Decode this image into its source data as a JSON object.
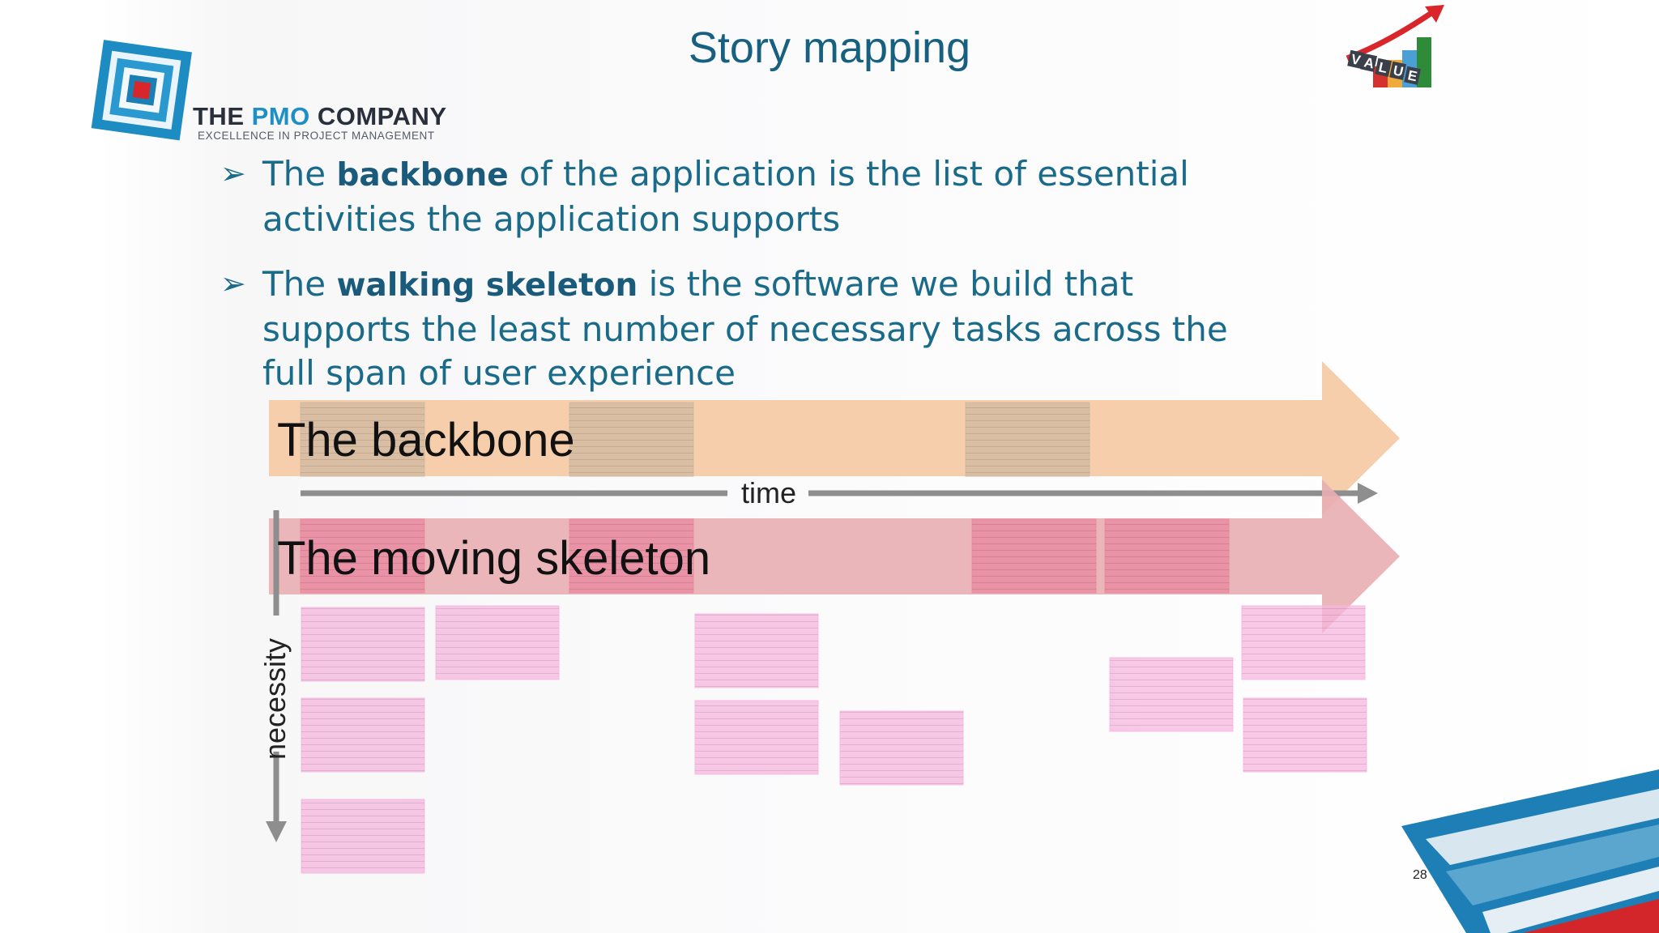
{
  "slide": {
    "title": "Story mapping",
    "page_number": "28"
  },
  "logo": {
    "name_part1": "THE ",
    "name_part2": "PMO",
    "name_part3": " COMPANY",
    "tagline": "EXCELLENCE IN PROJECT MANAGEMENT"
  },
  "value_graphic": {
    "letters": [
      "V",
      "A",
      "L",
      "U",
      "E"
    ]
  },
  "bullets": [
    {
      "prefix": "The ",
      "bold": "backbone",
      "suffix": " of the application is the list of essential activities the application supports"
    },
    {
      "prefix": "The ",
      "bold": "walking skeleton",
      "suffix": " is the software we build that supports the least number of necessary tasks across the full span of user experience"
    }
  ],
  "diagram": {
    "backbone_label": "The backbone",
    "skeleton_label": "The moving skeleton",
    "time_label": "time",
    "necessity_label": "necessity",
    "colors": {
      "backbone_arrow": "#f6cba8",
      "skeleton_arrow": "#e9aeb3",
      "backbone_card": "#cdb89f",
      "skeleton_card": "#e9879f",
      "story_card": "#f6b6dd",
      "axis": "#8e8e8e"
    }
  }
}
